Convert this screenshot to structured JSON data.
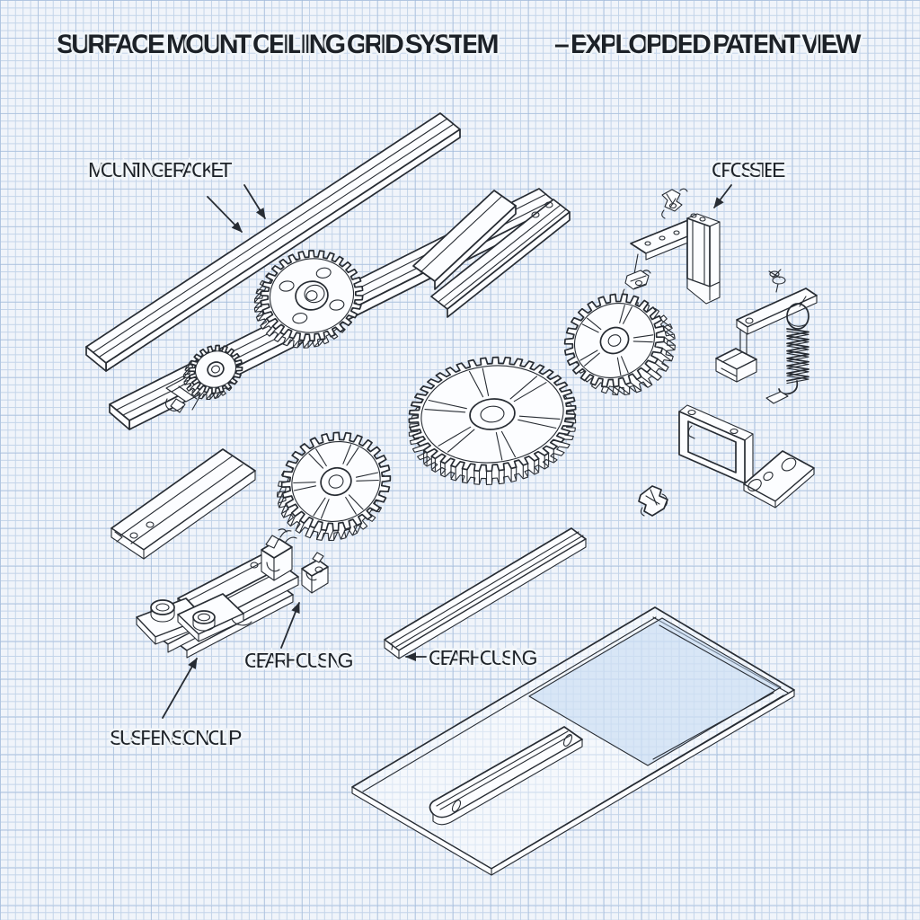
{
  "title": {
    "left": "SURFACE MOUNT CEILIING GRID SYSTEM",
    "right": "– EXPLOPDED PATENT VIEW"
  },
  "labels": {
    "mounting_bracket": "MOUNTING BRACKET",
    "cross_tee": "CROSS TEE",
    "gear_housing_a": "GEAR HOUSING",
    "gear_housing_b": "GEAR HOUSING",
    "suspension_clip": "SUSPENSION CLIP"
  },
  "style": {
    "ink": "#272c33",
    "paper": "#f0f4fa",
    "grid_line": "#c3d4e9",
    "panel_tint": "#ccdcf0"
  }
}
